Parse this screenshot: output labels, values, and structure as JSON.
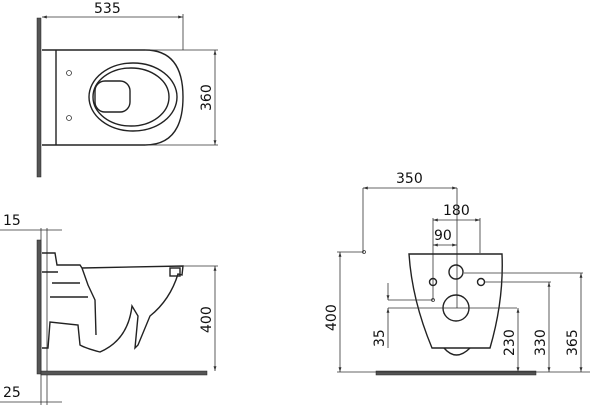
{
  "top_view": {
    "width_label": "535",
    "depth_label": "360"
  },
  "side_view": {
    "wall_gap_label": "15",
    "wall_thickness_label": "25",
    "height_label": "400"
  },
  "front_view": {
    "inlet_offset_label": "350",
    "bolt_spacing_label": "180",
    "bolt_half_label": "90",
    "inlet_height_label": "400",
    "offset_label": "35",
    "outlet_height_label": "230",
    "bolt_height_label": "330",
    "flush_height_label": "365"
  },
  "colors": {
    "line": "#333333",
    "fill": "#555555"
  }
}
